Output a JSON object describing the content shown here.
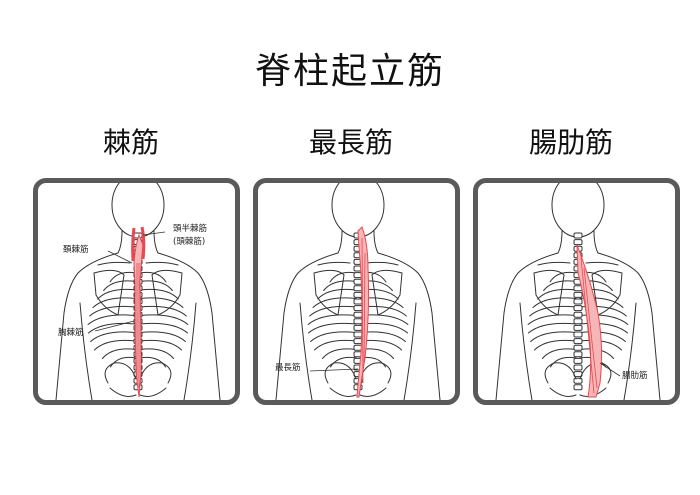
{
  "title": "脊柱起立筋",
  "panels": [
    {
      "title": "棘筋",
      "labels": {
        "a": "頭半棘筋",
        "b": "(頭棘筋)",
        "c": "頚棘筋",
        "d": "胸棘筋"
      }
    },
    {
      "title": "最長筋",
      "labels": {
        "a": "最長筋"
      }
    },
    {
      "title": "腸肋筋",
      "labels": {
        "a": "腸肋筋"
      }
    }
  ],
  "colors": {
    "frame": "#5a5a5a",
    "muscle": "#e8484f",
    "muscle_light": "#f6b6b8",
    "outline": "#333333"
  }
}
